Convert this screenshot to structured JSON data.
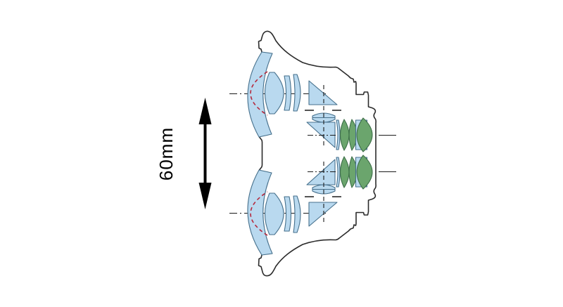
{
  "diagram": {
    "type": "binocular-optical-cross-section",
    "dimension": {
      "label": "60mm",
      "measures": "objective center spacing"
    },
    "channels": [
      {
        "name": "upper optical channel"
      },
      {
        "name": "lower optical channel"
      }
    ],
    "components": {
      "objective_meniscus": "large meniscus objective lens",
      "aspherical_mark": "red dashed aspherical surface arc",
      "objective_biconvex": "biconvex objective element",
      "objective_thin_elements": "thin objective elements",
      "prism_upper": "folding prism (objective side)",
      "prism_lower": "folding prism (eyepiece side)",
      "relay_doublet": "small relay doublet between prisms",
      "field_stop": "field stop marks",
      "eyepiece_sliver": "thin eyepiece element",
      "eyepiece_green_a": "green eyepiece element A",
      "eyepiece_green_b": "green eyepiece element B",
      "eyepiece_mount": "eyepiece mount block",
      "eyepiece_green_big": "large green eye lens",
      "housing": "binocular body outline"
    }
  },
  "colors": {
    "background": "#ffffff",
    "outline": "#2b2b2b",
    "lens_blue": "#b9d9ef",
    "lens_stroke_blue": "#46708c",
    "lens_green": "#6ba56d",
    "lens_stroke_green": "#3e6f49",
    "accent_red": "#b5283c",
    "axis": "#1a1a1a",
    "arrow": "#000000"
  }
}
